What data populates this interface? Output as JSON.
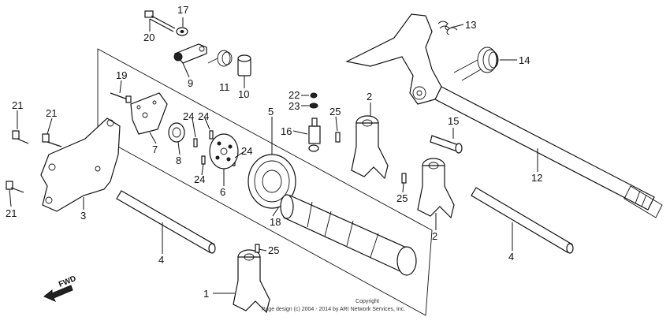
{
  "callouts": [
    "1",
    "2",
    "2",
    "3",
    "4",
    "4",
    "5",
    "6",
    "7",
    "8",
    "9",
    "10",
    "11",
    "12",
    "13",
    "14",
    "15",
    "16",
    "17",
    "18",
    "19",
    "20",
    "21",
    "21",
    "21",
    "22",
    "23",
    "24",
    "24",
    "24",
    "24",
    "25",
    "25",
    "25"
  ],
  "fwd_label": "FWD",
  "copyright": {
    "line1": "Copyright",
    "line2": "Page design (c) 2004 - 2014 by ARI Network Services, Inc."
  }
}
